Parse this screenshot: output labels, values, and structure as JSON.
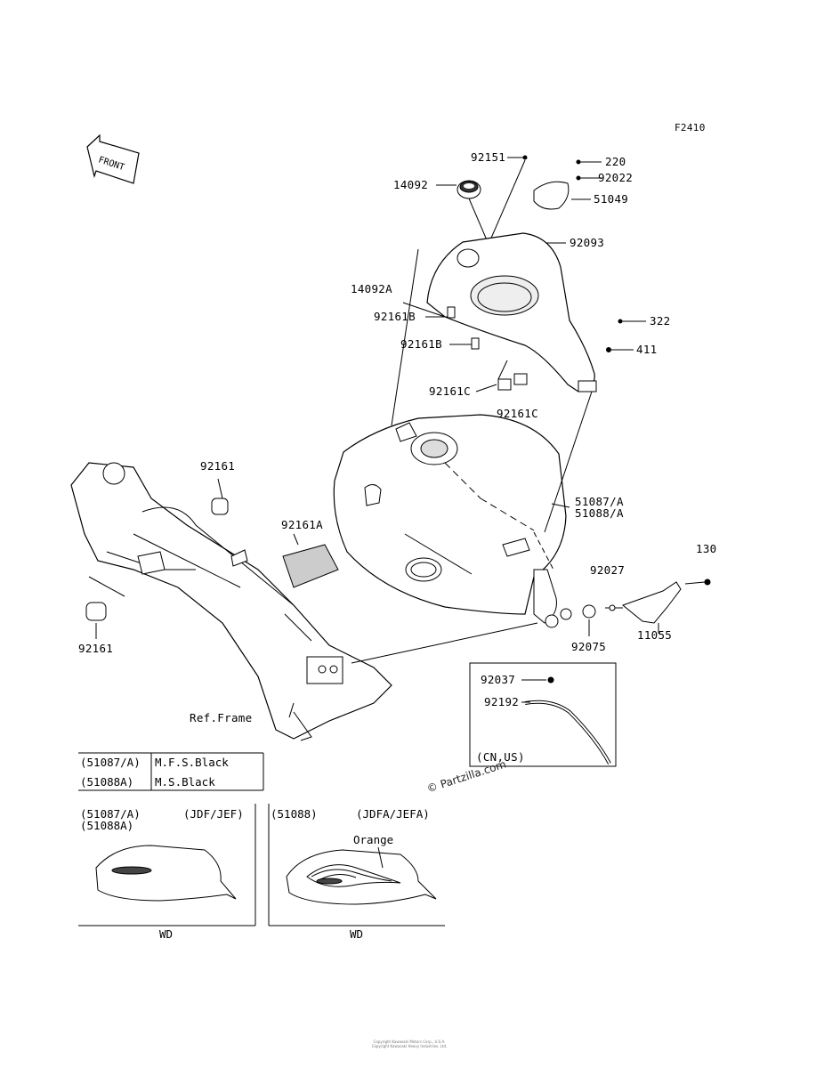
{
  "figure_code": "F2410",
  "front_arrow_label": "FRONT",
  "watermark": "© Partzilla.com",
  "footer": [
    "Copyright Kawasaki Motors Corp., U.S.A.",
    "Copyright Kawasaki Heavy Industries, Ltd."
  ],
  "labels": {
    "p92151": "92151",
    "p220": "220",
    "p14092": "14092",
    "p92022": "92022",
    "p51049": "51049",
    "p92093": "92093",
    "p14092A": "14092A",
    "p92161B_1": "92161B",
    "p92161B_2": "92161B",
    "p322": "322",
    "p411": "411",
    "p92161C_1": "92161C",
    "p92161C_2": "92161C",
    "p92161_top": "92161",
    "p92161A": "92161A",
    "p51087A": "51087/A",
    "p51088A": "51088/A",
    "p130": "130",
    "p92027": "92027",
    "p92075": "92075",
    "p11055": "11055",
    "p92161_bot": "92161",
    "p92037": "92037",
    "p92192": "92192",
    "ref_frame": "Ref.Frame",
    "cn_us": "(CN,US)"
  },
  "color_table": [
    {
      "part": "(51087/A)",
      "color": "M.F.S.Black"
    },
    {
      "part": "(51088A)",
      "color": "M.S.Black"
    }
  ],
  "inset_left": {
    "line1": "(51087/A)",
    "line2": "(51088A)",
    "code": "(JDF/JEF)",
    "caption": "WD"
  },
  "inset_right": {
    "line1": "(51088)",
    "code": "(JDFA/JEFA)",
    "note": "Orange",
    "caption": "WD"
  }
}
